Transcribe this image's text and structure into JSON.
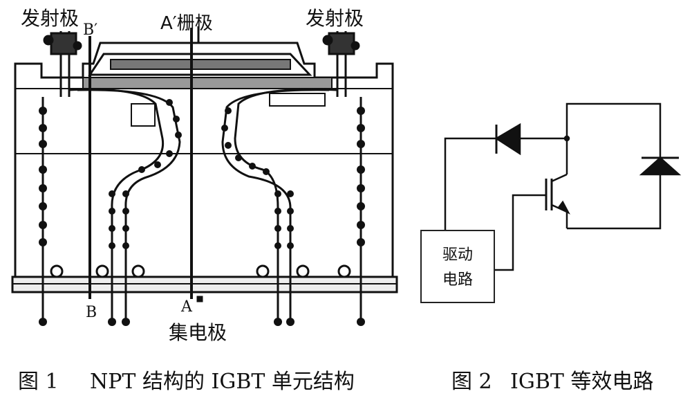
{
  "figure1": {
    "labels": {
      "emitter_left": "发射极",
      "emitter_right": "发射极",
      "b_prime": "B′",
      "a_prime_gate": "A′栅极",
      "b": "B",
      "a": "A",
      "collector": "集电极"
    },
    "caption": {
      "number": "图 1",
      "title": "NPT 结构的 IGBT 单元结构"
    }
  },
  "figure2": {
    "driver_label_line1": "驱动",
    "driver_label_line2": "电路",
    "caption": {
      "number": "图 2",
      "title": "IGBT 等效电路"
    }
  },
  "colors": {
    "ink": "#111111",
    "background": "#ffffff"
  }
}
